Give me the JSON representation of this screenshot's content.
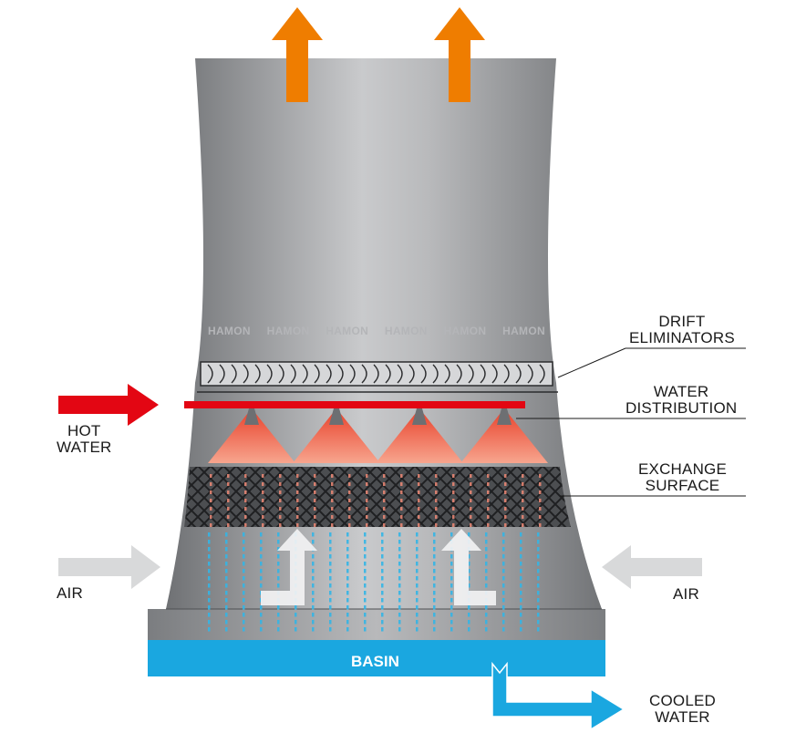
{
  "labels": {
    "drift_eliminators": [
      "DRIFT",
      "ELIMINATORS"
    ],
    "water_distribution": [
      "WATER",
      "DISTRIBUTION"
    ],
    "exchange_surface": [
      "EXCHANGE",
      "SURFACE"
    ],
    "hot_water": [
      "HOT",
      "WATER"
    ],
    "air_left": "AIR",
    "air_right": "AIR",
    "basin": "BASIN",
    "cooled_water": [
      "COOLED",
      "WATER"
    ]
  },
  "watermark": {
    "text": "HAMON",
    "repeat": 6
  },
  "colors": {
    "tower_gray": "#9a9c9f",
    "exhaust_arrow": "#ef7d00",
    "hot_water_arrow": "#e30613",
    "air_arrow": "#d8d9da",
    "basin_blue": "#1aa7e0",
    "spray_cone": "#ef5a3c",
    "water_drop": "#33b5e5"
  },
  "icons": {
    "exhaust": "up-arrow-icon",
    "hot_water": "right-arrow-icon",
    "air": "right-arrow-icon",
    "cooled_water": "right-arrow-icon",
    "spray_nozzle": "nozzle-icon"
  }
}
